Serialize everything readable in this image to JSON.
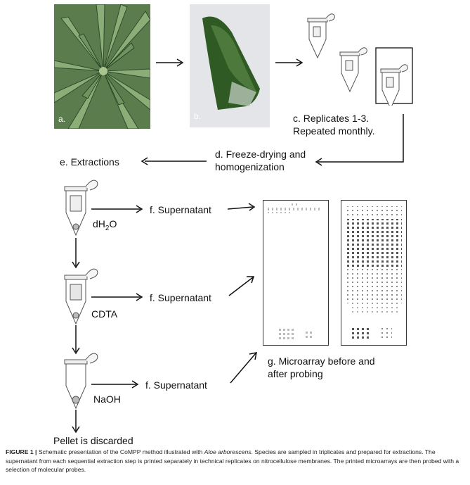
{
  "panels": {
    "a_label": "a.",
    "b_label": "b.",
    "c_label_line1": "c. Replicates 1-3.",
    "c_label_line2": "Repeated monthly.",
    "d_label_line1": "d. Freeze-drying and",
    "d_label_line2": "homogenization",
    "e_label": "e. Extractions",
    "f_label": "f. Supernatant",
    "g_label_line1": "g. Microarray before and",
    "g_label_line2": "after probing"
  },
  "solvents": {
    "water_main": "dH",
    "water_sub": "2",
    "water_end": "O",
    "cdta": "CDTA",
    "naoh": "NaOH"
  },
  "pellet_label": "Pellet is discarded",
  "caption": {
    "figure_label": "FIGURE 1 |",
    "text_before_species": " Schematic presentation of the CoMPP method illustrated with ",
    "species": "Aloe arborescens",
    "text_after_species": ". Species are sampled in triplicates and prepared for extractions. The supernatant from each sequential extraction step is printed separately in technical replicates on nitrocellulose membranes. The printed microarrays are then probed with a selection of molecular probes."
  },
  "colors": {
    "aloe_green": "#4f7a45",
    "leaf_green": "#2f5a24",
    "arrow": "#111111"
  }
}
